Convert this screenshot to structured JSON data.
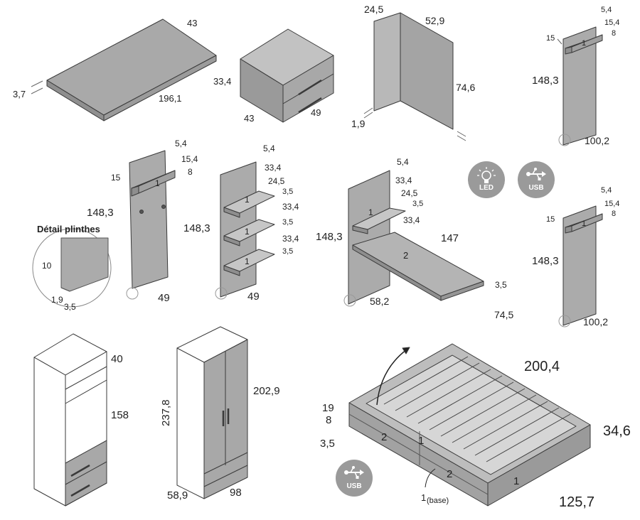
{
  "pieces": {
    "desk_top": {
      "width": "196,1",
      "depth": "43",
      "thickness": "3,7"
    },
    "nightstand": {
      "height": "33,4",
      "depth": "43",
      "width": "49"
    },
    "corner_panel": {
      "side": "24,5",
      "back": "52,9",
      "height": "74,6",
      "thickness": "1,9"
    },
    "coat_panel_top_right": {
      "w": "5,4",
      "shelf": "15,4",
      "shelf_h": "8",
      "top": "15",
      "height": "148,3",
      "width": "100,2",
      "shelf_num": "1"
    },
    "coat_panel_mid": {
      "w": "5,4",
      "shelf": "15,4",
      "shelf_h": "8",
      "top": "15",
      "height": "148,3",
      "width": "49",
      "shelf_num": "1"
    },
    "shelf_unit": {
      "w": "5,4",
      "d1": "33,4",
      "d2": "24,5",
      "t1": "3,5",
      "d3": "33,4",
      "t2": "3,5",
      "d4": "33,4",
      "t3": "3,5",
      "height": "148,3",
      "width": "49",
      "n1": "1",
      "n2": "1",
      "n3": "1"
    },
    "desk_unit": {
      "w": "5,4",
      "d1": "33,4",
      "d2": "24,5",
      "t1": "3,5",
      "d3": "33,4",
      "height": "148,3",
      "desk_len": "147",
      "desk_t": "3,5",
      "width": "58,2",
      "desk_h": "74,5",
      "shelf_num": "1",
      "desk_num": "2"
    },
    "coat_panel_right2": {
      "w": "5,4",
      "shelf": "15,4",
      "shelf_h": "8",
      "top": "15",
      "height": "148,3",
      "width": "100,2",
      "shelf_num": "1"
    },
    "plinth_detail": {
      "title": "Détail plinthes",
      "h": "10",
      "t1": "1,9",
      "t2": "3,5"
    },
    "open_column": {
      "top": "40",
      "height": "158"
    },
    "wardrobe": {
      "height": "237,8",
      "body": "202,9",
      "depth": "58,9",
      "width": "98"
    },
    "bed": {
      "length": "200,4",
      "height": "34,6",
      "width": "125,7",
      "h1": "19",
      "h2": "8",
      "h3": "3,5",
      "drawer_a": "2",
      "drawer_b": "1",
      "drawer_c": "2",
      "side": "1",
      "base_num": "1",
      "base_sub": "(base)"
    }
  },
  "badges": {
    "led": "LED",
    "usb1": "USB",
    "usb2": "USB"
  },
  "colors": {
    "panel": "#a8a8a8",
    "panel_dark": "#8e8e8e",
    "panel_light": "#c4c4c4",
    "outline": "#3a3a3a",
    "badge": "#9a9a9a"
  }
}
